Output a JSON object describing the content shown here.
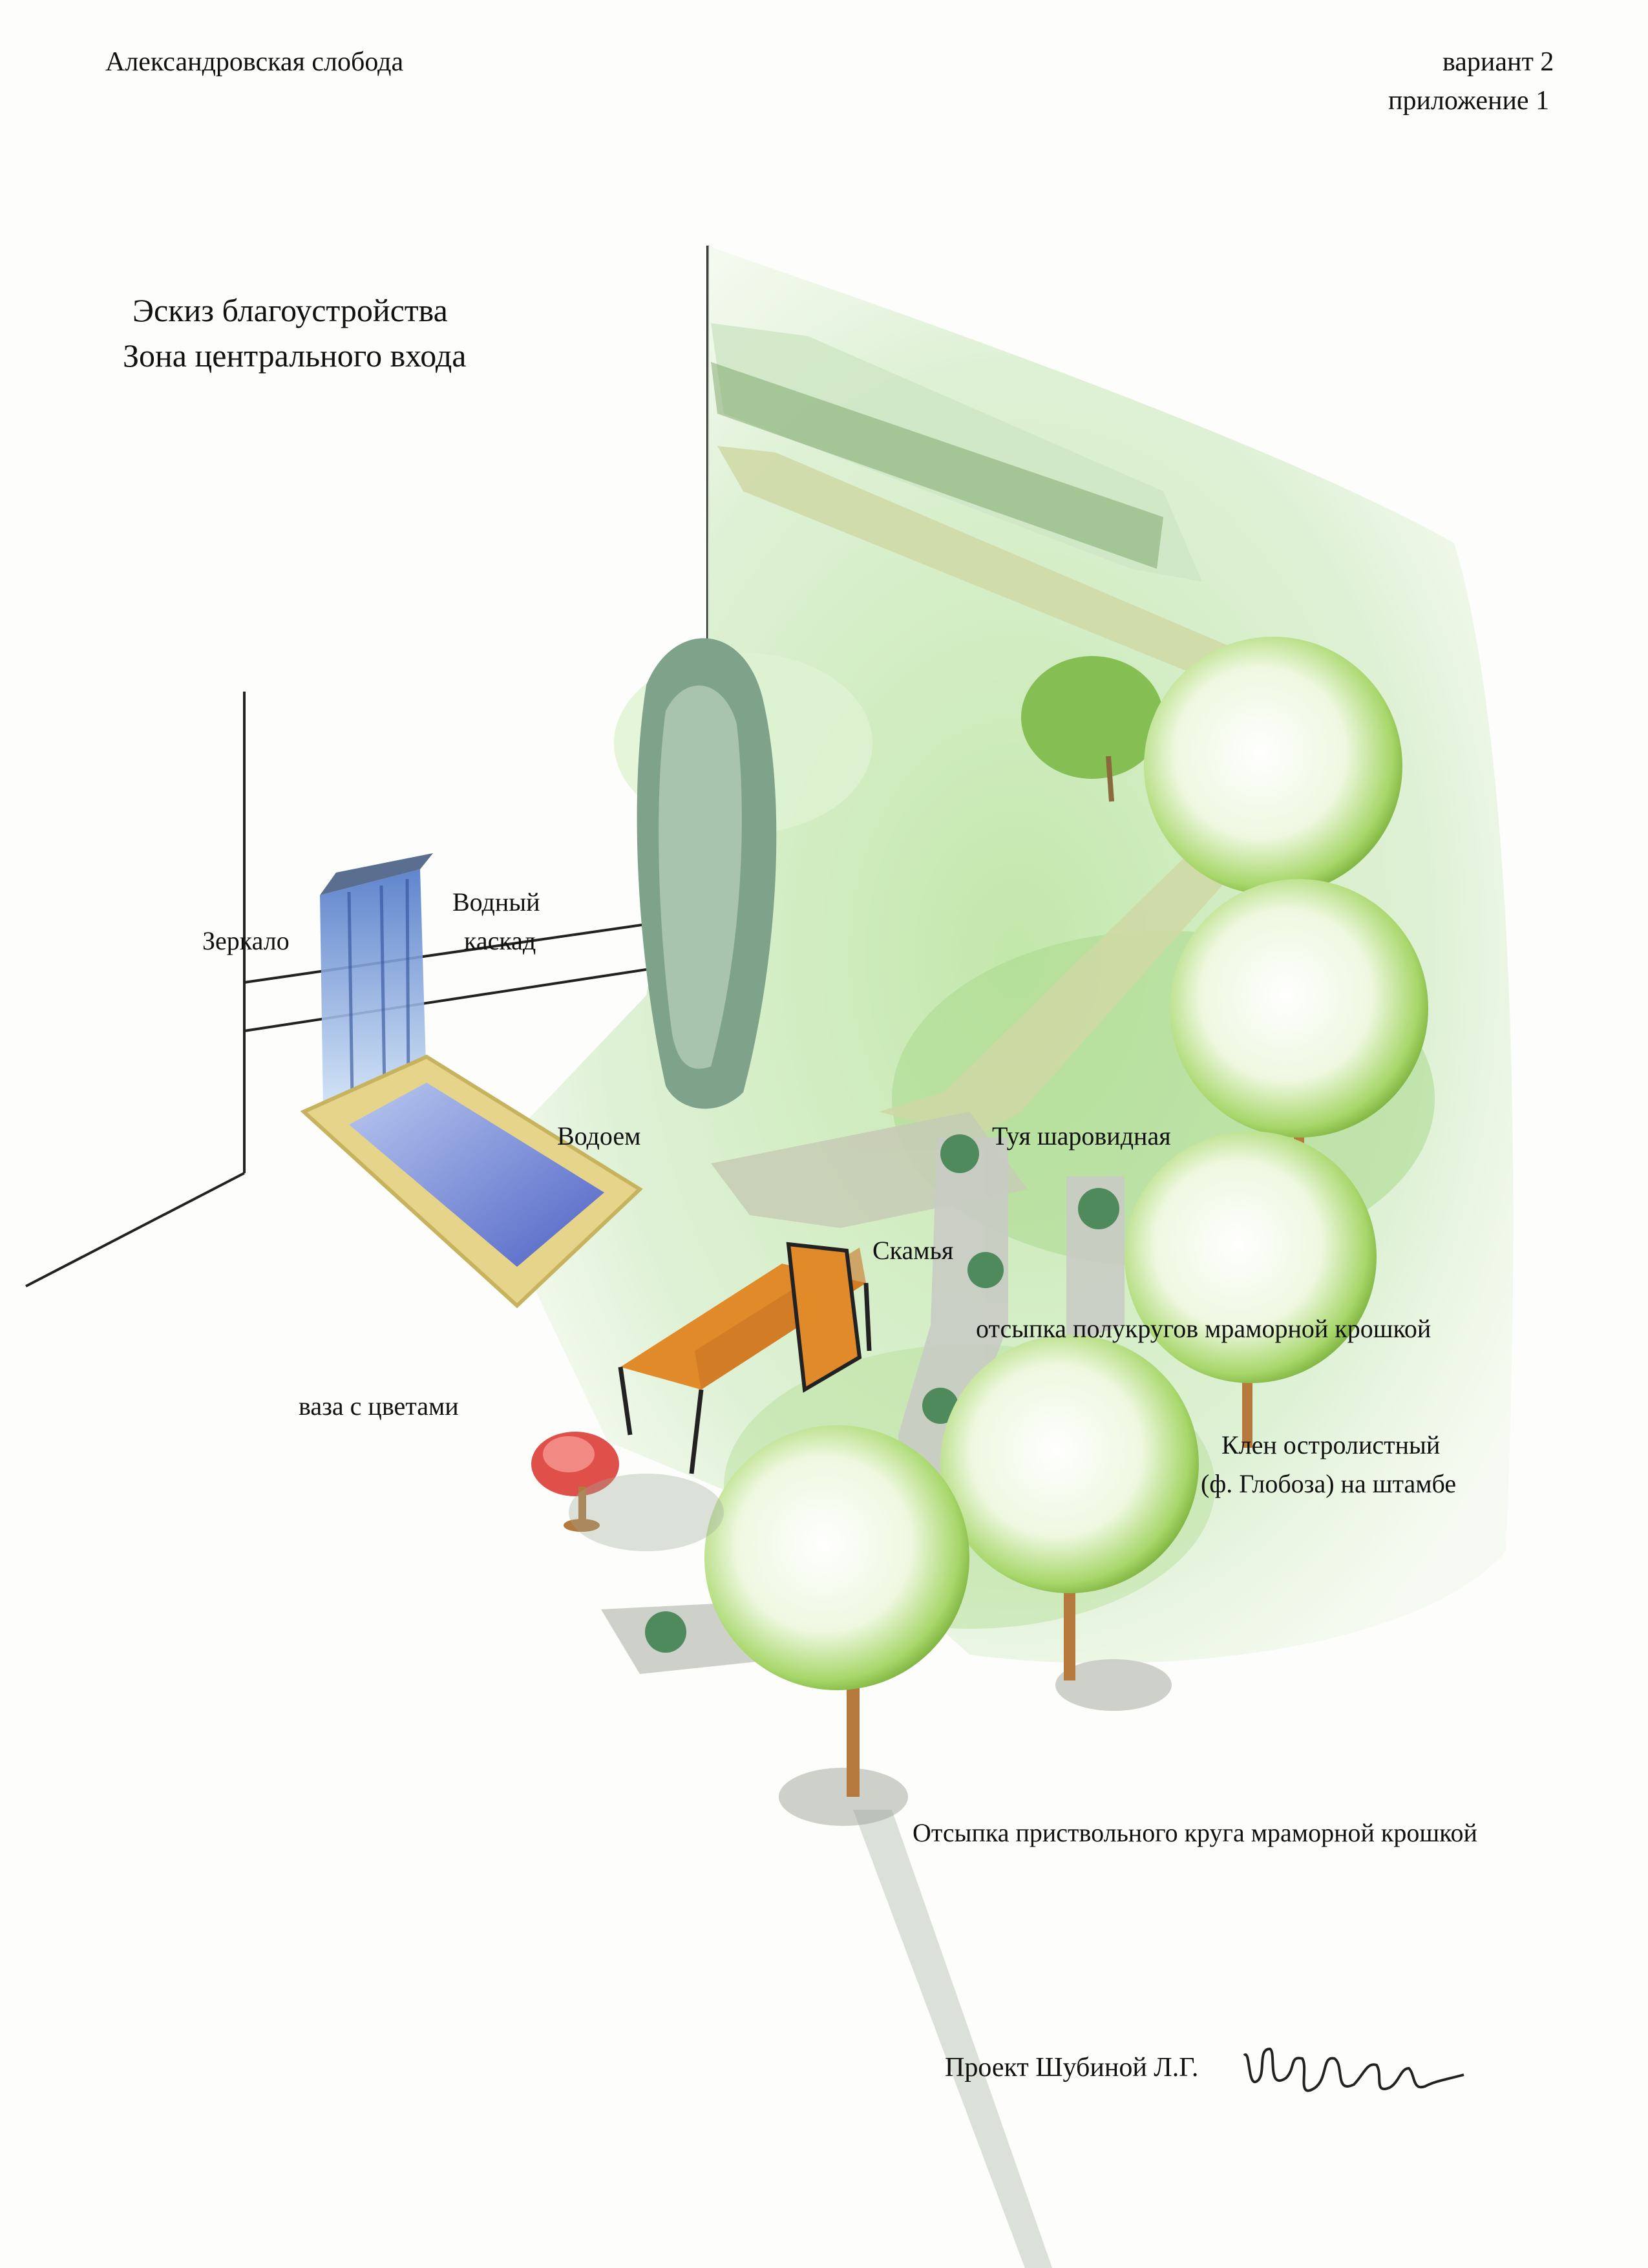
{
  "header": {
    "location": "Александровская слобода",
    "variant": "вариант 2",
    "appendix": "приложение 1"
  },
  "title": {
    "line1": "Эскиз благоустройства",
    "line2": "Зона центрального входа"
  },
  "labels": {
    "mirror": "Зеркало",
    "cascade_line1": "Водный",
    "cascade_line2": "каскад",
    "pond": "Водоем",
    "thuja": "Туя шаровидная",
    "bench": "Скамья",
    "semicircles": "отсыпка полукругов мраморной крошкой",
    "vase": "ваза с цветами",
    "maple_line1": "Клен остролистный",
    "maple_line2": "(ф. Глобоза) на штамбе",
    "trunk_circle": "Отсыпка приствольного круга мраморной крошкой"
  },
  "footer": {
    "author": "Проект Шубиной Л.Г.",
    "signature": "Шубина"
  },
  "colors": {
    "lawn_light": "#d9efcf",
    "lawn": "#a9d98c",
    "foliage": "#8cc63a",
    "foliage_dark": "#5d9a2b",
    "thuja": "#7fa38a",
    "water": "#6f86d6",
    "cascade": "#8fb5e6",
    "paving": "#cfd8a5",
    "bench_wood": "#e08a2a",
    "flowers": "#e0504a",
    "trunk": "#b5783d",
    "gravel": "#c9cbc4"
  }
}
